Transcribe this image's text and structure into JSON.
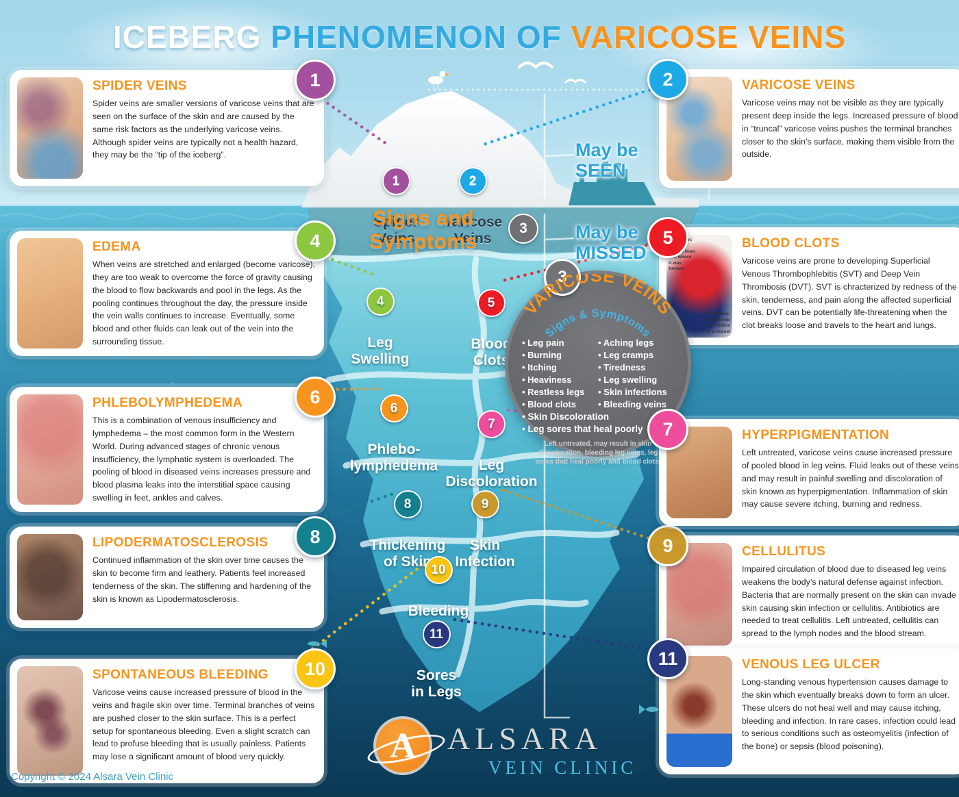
{
  "title": {
    "word1": "ICEBERG ",
    "word2": "PHENOMENON OF ",
    "word3": "VARICOSE VEINS"
  },
  "colors": {
    "accent_orange": "#f7941e",
    "accent_blue": "#35aade",
    "badge_1": "#a3509e",
    "badge_2": "#1da8e6",
    "badge_3": "#717377",
    "badge_4": "#8dc63f",
    "badge_5": "#ed1c24",
    "badge_6": "#f7941e",
    "badge_7": "#ee4c9c",
    "badge_8": "#15808f",
    "badge_9": "#c9992c",
    "badge_10": "#f9c412",
    "badge_11": "#29397f"
  },
  "cards": [
    {
      "num": "1",
      "title": "SPIDER VEINS",
      "text": "Spider veins are smaller versions of varicose veins that are seen on the surface of the skin and are caused by the same risk factors as the underlying varicose veins. Although spider veins are typically not a health hazard, they may be the “tip of the iceberg”."
    },
    {
      "num": "2",
      "title": "VARICOSE VEINS",
      "text": "Varicose veins may not be visible as they are typically present deep inside the legs. Increased pressure of blood in “truncal” varicose veins pushes the terminal branches closer to the skin’s surface, making them visible from the outside."
    },
    {
      "num": "4",
      "title": "EDEMA",
      "text": "When veins are stretched and enlarged (become varicose), they are too weak to overcome the force of gravity causing the blood to flow backwards and pool in the legs. As the pooling continues throughout the day, the pressure inside the vein walls continues to increase. Eventually, some blood and other fluids can leak out of the vein into the surrounding tissue."
    },
    {
      "num": "5",
      "title": "BLOOD CLOTS",
      "text": "Varicose veins are prone to developing Superficial Venous Thrombophlebitis (SVT) and Deep Vein Thrombosis (DVT).  SVT is chracterized by redness of the skin, tenderness, and pain along the affected superficial veins. DVT can be potentially life-threatening when the clot breaks loose and travels to the heart and lungs."
    },
    {
      "num": "6",
      "title": "PHLEBOLYMPHEDEMA",
      "text": "This is a combination of venous insufficiency and lymphedema – the most common form in the Western World. During advanced stages of chronic venous insufficiency, the lymphatic system is overloaded. The pooling of blood in diseased veins increases pressure and blood plasma leaks into the interstitial space causing swelling in feet, ankles and calves."
    },
    {
      "num": "7",
      "title": "HYPERPIGMENTATION",
      "text": "Left untreated, varicose veins cause increased pressure of pooled blood in leg veins. Fluid leaks out of these veins and may result in painful swelling and discoloration of skin known as hyperpigmentation. Inflammation of skin may cause severe itching, burning and redness."
    },
    {
      "num": "8",
      "title": "LIPODERMATOSCLEROSIS",
      "text": "Continued inflammation of the skin over time causes the skin to become firm and leathery.  Patients feel increased tenderness of the skin. The stiffening and hardening of the skin is known as Lipodermatosclerosis."
    },
    {
      "num": "9",
      "title": "CELLULITUS",
      "text": "Impaired circulation of blood due to diseased leg veins weakens the body’s natural defense against infection. Bacteria that are normally present on the skin can invade skin causing skin infection or cellulitis. Antibiotics are needed to treat cellulitis. Left untreated, cellulitis can spread to the lymph nodes and the blood stream."
    },
    {
      "num": "10",
      "title": "SPONTANEOUS BLEEDING",
      "text": "Varicose veins cause increased pressure of blood in the veins and fragile skin over time. Terminal branches of veins are pushed closer to the skin surface. This is a perfect setup for spontaneous bleeding. Even a slight scratch can lead to profuse bleeding that is usually painless. Patients may lose a significant amount of blood very quickly."
    },
    {
      "num": "11",
      "title": "VENOUS LEG ULCER",
      "text": "Long-standing venous hypertension causes damage to the skin which eventually breaks down to form an ulcer. These ulcers do not heal well and may cause itching, bleeding and infection. In rare cases, infection could lead to serious conditions such as osteomyelitis (infection of the bone) or sepsis (blood poisoning)."
    }
  ],
  "clot_diagram": {
    "embolism": "Embolism:\nclot that\ntravels from\nsite where\nit was\nformed",
    "thrombus": "Thrombus:\nblood clot\nthat forms\nin a vessel"
  },
  "berg_labels": [
    {
      "num": "1",
      "label": "Spider\nVeins"
    },
    {
      "num": "2",
      "label": "Varicose\nVeins"
    },
    {
      "num": "4",
      "label": "Leg\nSwelling"
    },
    {
      "num": "5",
      "label": "Blood\nClots"
    },
    {
      "num": "6",
      "label": "Phlebo-\nlymphedema"
    },
    {
      "num": "7",
      "label": "Leg\nDiscoloration"
    },
    {
      "num": "8",
      "label": "Thickening\nof Skin"
    },
    {
      "num": "9",
      "label": "Skin\nInfection"
    },
    {
      "num": "10",
      "label": "Bleeding"
    },
    {
      "num": "11",
      "label": "Sores\nin Legs"
    }
  ],
  "signs_heading": {
    "text": "Signs and Symptoms",
    "badge": "3"
  },
  "may_be": {
    "seen": "May be\nSEEN",
    "missed": "May be\nMISSED"
  },
  "symptom_circle": {
    "badge": "3",
    "title": "VARICOSE VEINS",
    "subtitle": "Signs & Symptoms",
    "col1": [
      "Leg pain",
      "Burning",
      "Itching",
      "Heaviness",
      "Restless legs",
      "Blood clots"
    ],
    "col2": [
      "Aching legs",
      "Leg cramps",
      "Tiredness",
      "Leg swelling",
      "Skin infections",
      "Bleeding veins"
    ],
    "full": [
      "Skin Discoloration",
      "Leg sores that heal poorly"
    ],
    "note": "Left untreated, may result in skin discoloration, bleeding leg veins, leg sores that heal poorly and blood clots."
  },
  "logo": {
    "monogram": "A",
    "name": "ALSARA",
    "tagline": "VEIN CLINIC"
  },
  "copyright": "Copyright © 2024 Alsara Vein Clinic"
}
